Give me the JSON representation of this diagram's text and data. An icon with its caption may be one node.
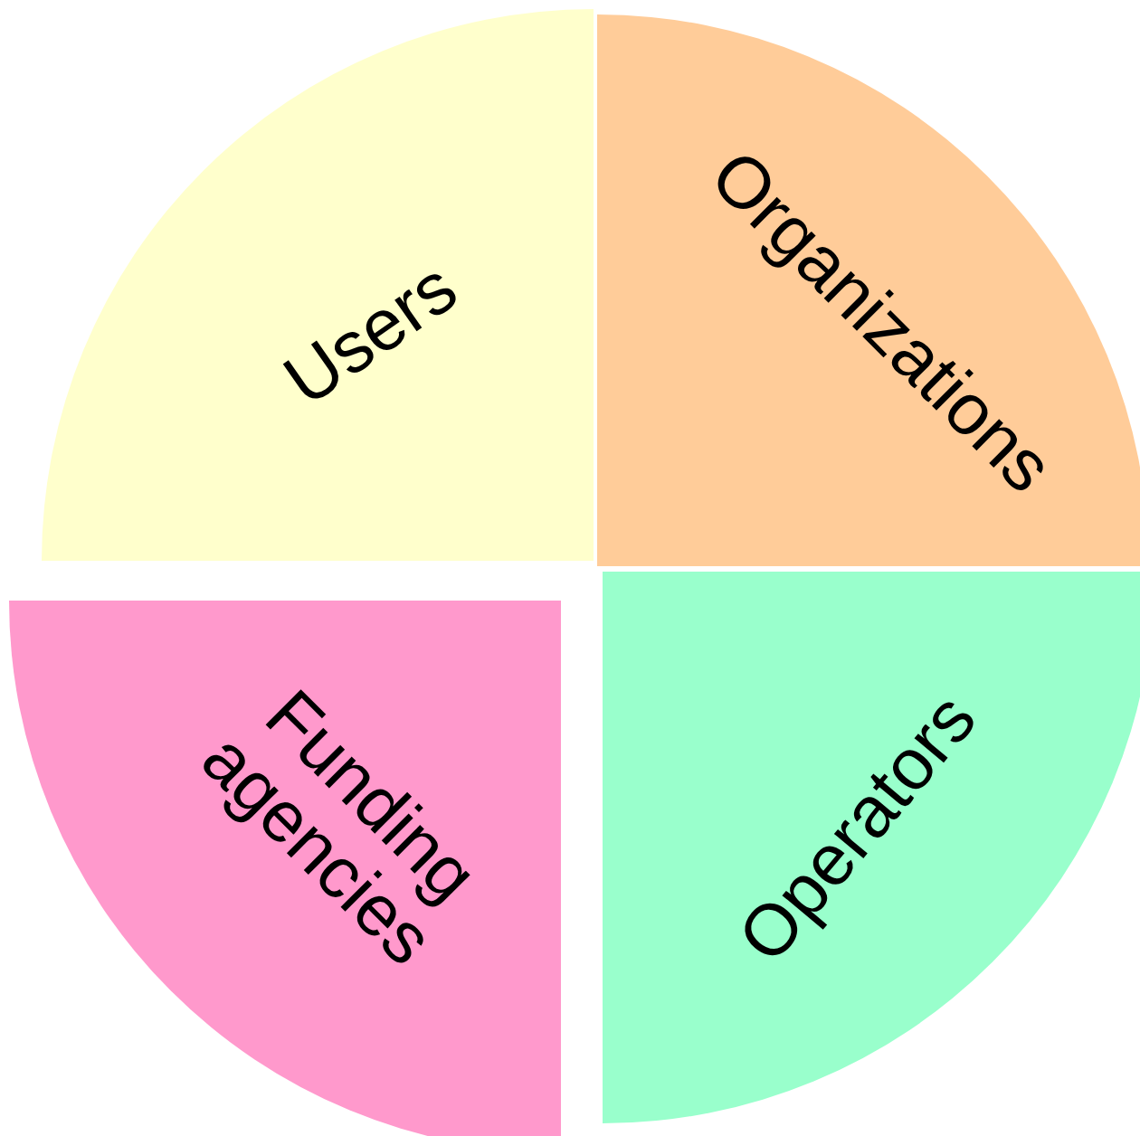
{
  "diagram": {
    "nodes": [
      {
        "text": [
          "Users"
        ]
      },
      {
        "text": [
          "Organizations"
        ]
      },
      {
        "text": [
          "Operators"
        ]
      },
      {
        "text": [
          "Funding agencies"
        ]
      }
    ]
  }
}
